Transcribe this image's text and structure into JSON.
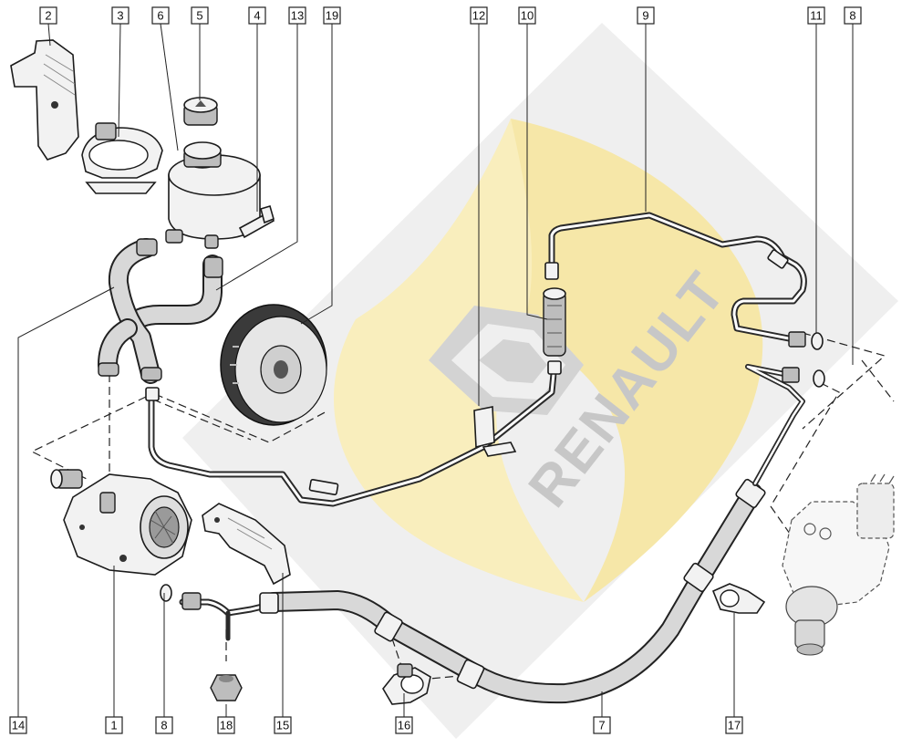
{
  "watermark": {
    "brand": "RENAULT",
    "colors": {
      "yellow": "#f6e7a8",
      "grey": "#dcdcdc",
      "diamond": "#efefef"
    }
  },
  "callouts": [
    {
      "id": "c2",
      "label": "2",
      "box": [
        53,
        17
      ],
      "target": [
        55,
        50
      ]
    },
    {
      "id": "c3",
      "label": "3",
      "box": [
        132,
        17
      ],
      "target": [
        130,
        150
      ]
    },
    {
      "id": "c6",
      "label": "6",
      "box": [
        176,
        17
      ],
      "target": [
        195,
        165
      ]
    },
    {
      "id": "c5",
      "label": "5",
      "box": [
        219,
        17
      ],
      "target": [
        219,
        110
      ]
    },
    {
      "id": "c4",
      "label": "4",
      "box": [
        282,
        17
      ],
      "target": [
        282,
        232
      ]
    },
    {
      "id": "c13",
      "label": "13",
      "box": [
        326,
        17
      ],
      "target": [
        237,
        318
      ],
      "bend": [
        326,
        265
      ]
    },
    {
      "id": "c19",
      "label": "19",
      "box": [
        364,
        17
      ],
      "target": [
        330,
        355
      ],
      "bend": [
        364,
        335
      ]
    },
    {
      "id": "c12",
      "label": "12",
      "box": [
        525,
        17
      ],
      "target": [
        525,
        445
      ]
    },
    {
      "id": "c10",
      "label": "10",
      "box": [
        578,
        17
      ],
      "target": [
        600,
        350
      ],
      "bend": [
        578,
        345
      ]
    },
    {
      "id": "c9",
      "label": "9",
      "box": [
        708,
        17
      ],
      "target": [
        708,
        232
      ]
    },
    {
      "id": "c11",
      "label": "11",
      "box": [
        895,
        17
      ],
      "target": [
        895,
        365
      ]
    },
    {
      "id": "c8a",
      "label": "8",
      "box": [
        935,
        17
      ],
      "target": [
        935,
        400
      ]
    },
    {
      "id": "c14",
      "label": "14",
      "box": [
        20,
        795
      ],
      "target": [
        125,
        315
      ],
      "bend": [
        20,
        370
      ]
    },
    {
      "id": "c1",
      "label": "1",
      "box": [
        125,
        795
      ],
      "target": [
        125,
        620
      ]
    },
    {
      "id": "c8b",
      "label": "8",
      "box": [
        180,
        795
      ],
      "target": [
        180,
        650
      ]
    },
    {
      "id": "c18",
      "label": "18",
      "box": [
        248,
        795
      ],
      "target": [
        248,
        772
      ]
    },
    {
      "id": "c15",
      "label": "15",
      "box": [
        310,
        795
      ],
      "target": [
        310,
        628
      ]
    },
    {
      "id": "c16",
      "label": "16",
      "box": [
        443,
        795
      ],
      "target": [
        443,
        760
      ]
    },
    {
      "id": "c7",
      "label": "7",
      "box": [
        660,
        795
      ],
      "target": [
        660,
        758
      ]
    },
    {
      "id": "c17",
      "label": "17",
      "box": [
        805,
        795
      ],
      "target": [
        805,
        672
      ]
    }
  ]
}
